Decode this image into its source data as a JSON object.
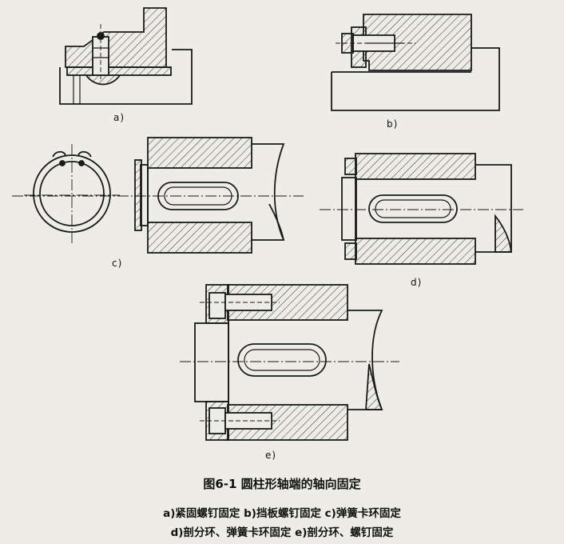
{
  "figure": {
    "labels": {
      "a": "a)",
      "b": "b)",
      "c": "c)",
      "d": "d)",
      "e": "e)"
    },
    "caption_title": "图6-1 圆柱形轴端的轴向固定",
    "caption_line1": "a)紧固螺钉固定 b)挡板螺钉固定 c)弹簧卡环固定",
    "caption_line2": "d)剖分环、弹簧卡环固定 e)剖分环、螺钉固定"
  }
}
